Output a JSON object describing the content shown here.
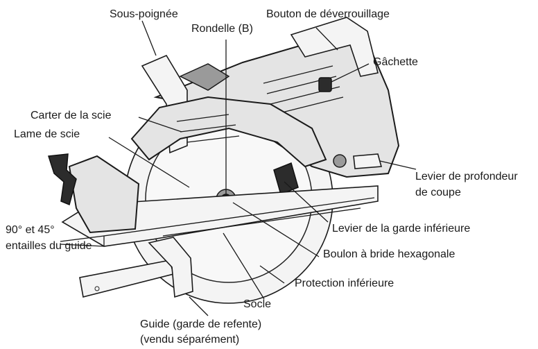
{
  "labels": {
    "sous_poignee": "Sous-poignée",
    "bouton_deverrouillage": "Bouton de déverrouillage",
    "rondelle": "Rondelle (B)",
    "gachette": "Gâchette",
    "carter": "Carter de la scie",
    "lame": "Lame de scie",
    "levier_profondeur_1": "Levier de profondeur",
    "levier_profondeur_2": "de coupe",
    "levier_garde": "Levier de la garde inférieure",
    "entailles_1": "90° et 45°",
    "entailles_2": "entailles du guide",
    "boulon": "Boulon à bride hexagonale",
    "protection": "Protection inférieure",
    "socle": "Socle",
    "guide_1": "Guide (garde de refente)",
    "guide_2": "(vendu séparément)"
  }
}
